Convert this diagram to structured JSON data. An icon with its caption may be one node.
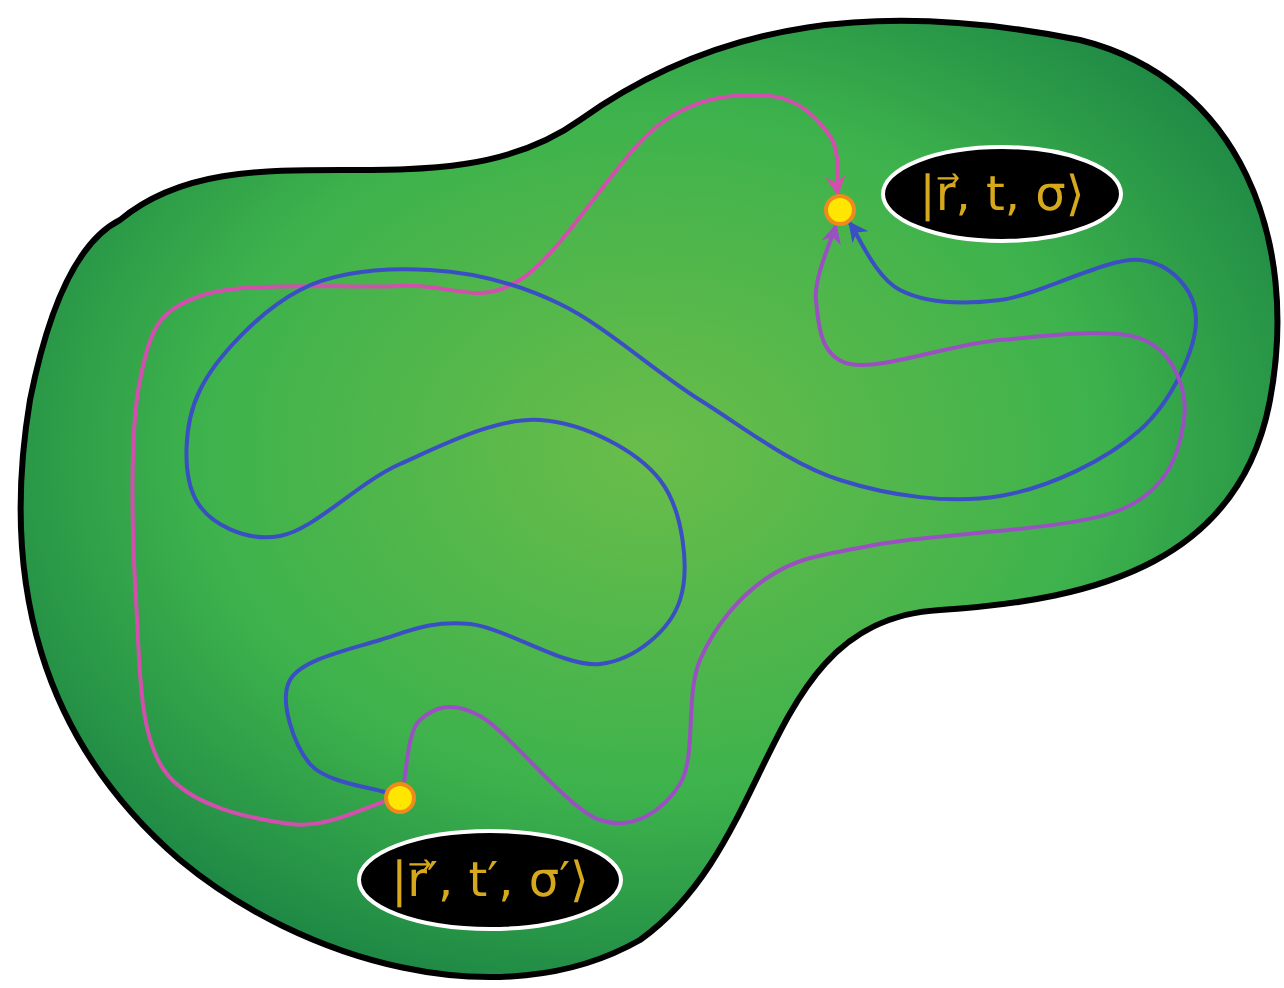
{
  "diagram": {
    "nodes": [
      {
        "text": [
          "|r⃗, t, σ⟩"
        ]
      },
      {
        "text": [],
        "shape": "circle"
      },
      {
        "text": [
          "|r⃗′, t′, σ′⟩"
        ]
      },
      {
        "text": [],
        "shape": "circle"
      }
    ],
    "edges": [
      {
        "from": 3,
        "to": 1,
        "arrow": "to",
        "color": "#d24fae"
      },
      {
        "from": 3,
        "to": 1,
        "arrow": "to",
        "color": "#3b4fc4"
      },
      {
        "from": 3,
        "to": 1,
        "arrow": "to",
        "color": "#9b50c2"
      }
    ]
  }
}
